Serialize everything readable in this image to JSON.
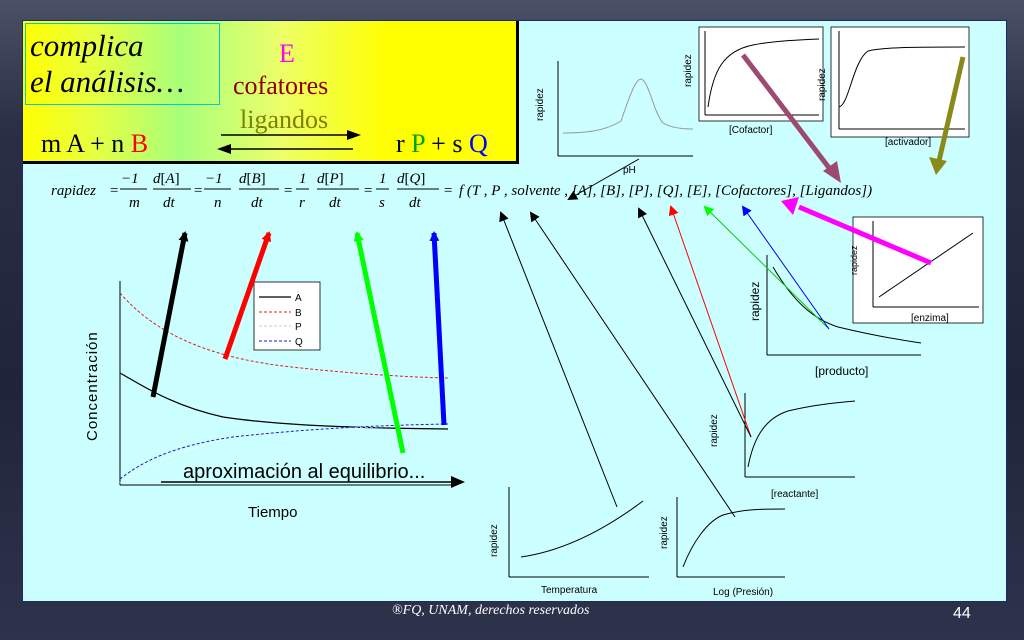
{
  "banner": {
    "line1": "complica",
    "line2": "el análisis…",
    "factor_e": "E",
    "factor_cofactores": "cofatores",
    "factor_ligandos": "ligandos",
    "left_reaction": "m A + n B",
    "right_reaction": "r P + s Q",
    "reaction_parts": {
      "left_prefix": "m A + n ",
      "left_species": "B",
      "right_prefix": "r ",
      "right_species_p": "P",
      "right_mid": " + s ",
      "right_species_q": "Q"
    }
  },
  "equation": {
    "lhs": "rapidez",
    "terms": [
      {
        "coef_num": "−1",
        "coef_den": "m",
        "species": "A"
      },
      {
        "coef_num": "−1",
        "coef_den": "n",
        "species": "B"
      },
      {
        "coef_num": "1",
        "coef_den": "r",
        "species": "P"
      },
      {
        "coef_num": "1",
        "coef_den": "s",
        "species": "Q"
      }
    ],
    "rhs": "f (T , P , solvente , [A], [B], [P], [Q], [E], [Cofactores], [Ligandos])"
  },
  "concentration_chart": {
    "ylabel": "Concentración",
    "xlabel": "Tiempo",
    "annotation": "aproximación al equilibrio...",
    "legend": [
      "A",
      "B",
      "P",
      "Q"
    ],
    "colors": {
      "A": "#000000",
      "B": "#e02020",
      "P": "#e8e8e8",
      "Q": "#1020d0"
    }
  },
  "mini_plots": [
    {
      "id": "ph",
      "xlabel": "pH",
      "ylabel": "rapidez"
    },
    {
      "id": "cofactor",
      "xlabel": "[Cofactor]",
      "ylabel": "rapidez"
    },
    {
      "id": "activador",
      "xlabel": "[activador]",
      "ylabel": "rapidez"
    },
    {
      "id": "enzima",
      "xlabel": "[enzima]",
      "ylabel": "rapidez"
    },
    {
      "id": "producto",
      "xlabel": "[producto]",
      "ylabel": "rapidez"
    },
    {
      "id": "reactante",
      "xlabel": "[reactante]",
      "ylabel": "rapidez"
    },
    {
      "id": "temperatura",
      "xlabel": "Temperatura",
      "ylabel": "rapidez"
    },
    {
      "id": "presion",
      "xlabel": "Log (Presión)",
      "ylabel": "rapidez"
    }
  ],
  "footer": {
    "text": "®FQ, UNAM, derechos reservados",
    "page": "44"
  }
}
